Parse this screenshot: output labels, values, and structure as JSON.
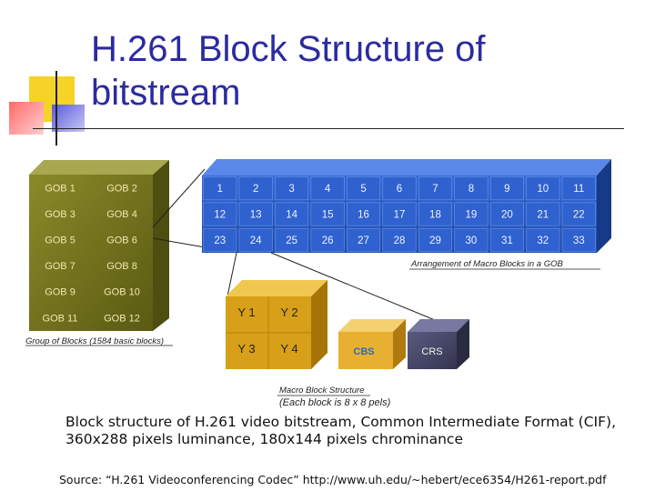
{
  "title": "H.261 Block Structure of bitstream",
  "gob_grid": {
    "cells": [
      [
        "GOB 1",
        "GOB 2"
      ],
      [
        "GOB 3",
        "GOB 4"
      ],
      [
        "GOB 5",
        "GOB 6"
      ],
      [
        "GOB 7",
        "GOB 8"
      ],
      [
        "GOB 9",
        "GOB 10"
      ],
      [
        "GOB 11",
        "GOB 12"
      ]
    ],
    "label": "Group of Blocks (1584 basic blocks)",
    "color": "#7a7a1e"
  },
  "mb_grid": {
    "rows": [
      [
        "1",
        "2",
        "3",
        "4",
        "5",
        "6",
        "7",
        "8",
        "9",
        "10",
        "11"
      ],
      [
        "12",
        "13",
        "14",
        "15",
        "16",
        "17",
        "18",
        "19",
        "20",
        "21",
        "22"
      ],
      [
        "23",
        "24",
        "25",
        "26",
        "27",
        "28",
        "29",
        "30",
        "31",
        "32",
        "33"
      ]
    ],
    "label": "Arrangement of Macro Blocks in a GOB",
    "color": "#2a5cc8"
  },
  "macro_block": {
    "luma": [
      "Y 1",
      "Y 2",
      "Y 3",
      "Y 4"
    ],
    "cb": "CBS",
    "cr": "CRS",
    "label_line1": "Macro Block Structure",
    "label_line2": "(Each block is 8 x 8 pels)",
    "luma_color": "#d8a018",
    "cb_color": "#e8b030",
    "cr_color": "#484868"
  },
  "caption": "Block structure of H.261 video bitstream, Common Intermediate Format (CIF), 360x288 pixels luminance, 180x144 pixels chrominance",
  "source": "Source: “H.261 Videoconferencing Codec” http://www.uh.edu/~hebert/ece6354/H261-report.pdf"
}
